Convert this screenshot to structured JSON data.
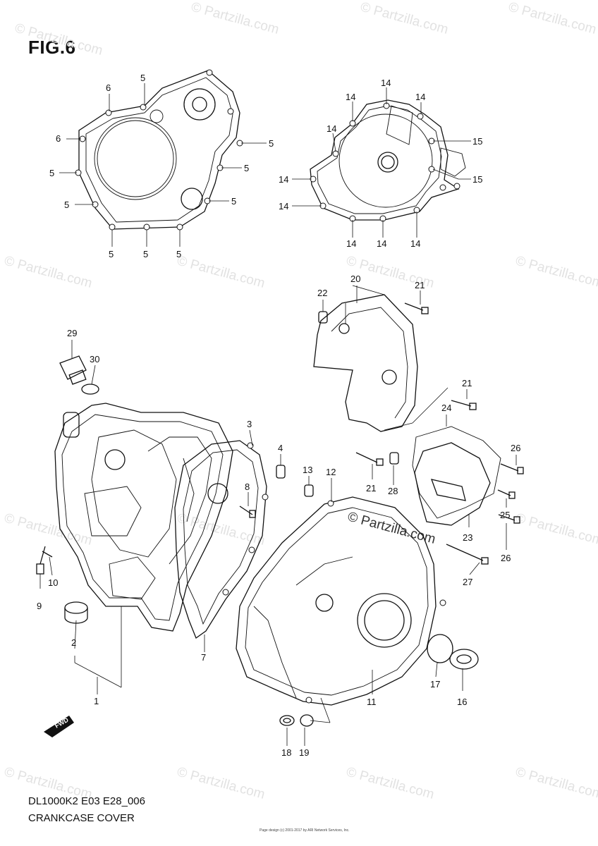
{
  "figure_label": "FIG.6",
  "model_code": "DL1000K2 E03 E28_006",
  "section_name": "CRANKCASE COVER",
  "footer_text": "Page design (c) 2001-2017 by ARI Network Services, Inc.",
  "watermark_text": "© Partzilla.com",
  "callouts": [
    "1",
    "2",
    "3",
    "4",
    "5",
    "6",
    "7",
    "8",
    "9",
    "10",
    "11",
    "12",
    "13",
    "14",
    "15",
    "16",
    "17",
    "18",
    "19",
    "20",
    "21",
    "22",
    "23",
    "24",
    "25",
    "26",
    "27",
    "28",
    "29",
    "30"
  ],
  "fwd_label": "FWD"
}
